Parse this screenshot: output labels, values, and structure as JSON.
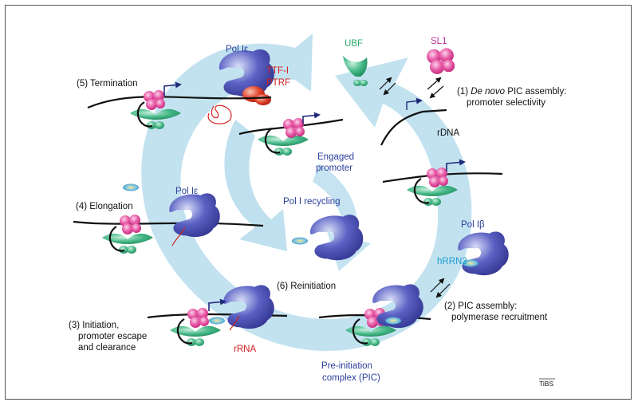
{
  "labels": {
    "pol_ie_top": "Pol Iε",
    "ttf1": "TTF-I",
    "ptrf": "PTRF",
    "ubf": "UBF",
    "sl1": "SL1",
    "step1_num": "(1) ",
    "step1_italic": "De novo",
    "step1_rest": " PIC assembly:",
    "step1_line2": "promoter selectivity",
    "rdna": "rDNA",
    "step5": "(5) Termination",
    "engaged_1": "Engaged",
    "engaged_2": "promoter",
    "step4": "(4) Elongation",
    "pol_ie_mid": "Pol Iε",
    "recycling": "Pol I recycling",
    "pol_ib": "Pol Iβ",
    "hrrn3": "hRRN3",
    "step6": "(6) Reinitiation",
    "step2_line1": "(2) PIC assembly:",
    "step2_line2": "polymerase recruitment",
    "step3_line1": "(3) Initiation,",
    "step3_line2": "promoter escape",
    "step3_line3": "and clearance",
    "rrna": "rRNA",
    "pic_line1": "Pre-initiation",
    "pic_line2": "complex (PIC)",
    "credit": "TiBS"
  },
  "colors": {
    "cycle_arrow": "#bfe0ef",
    "pol_i": "#4a4fb5",
    "ubf": "#3fb383",
    "sl1": "#e0418f",
    "ttf": "#d42020",
    "hrrn3": "#f2d54a"
  }
}
